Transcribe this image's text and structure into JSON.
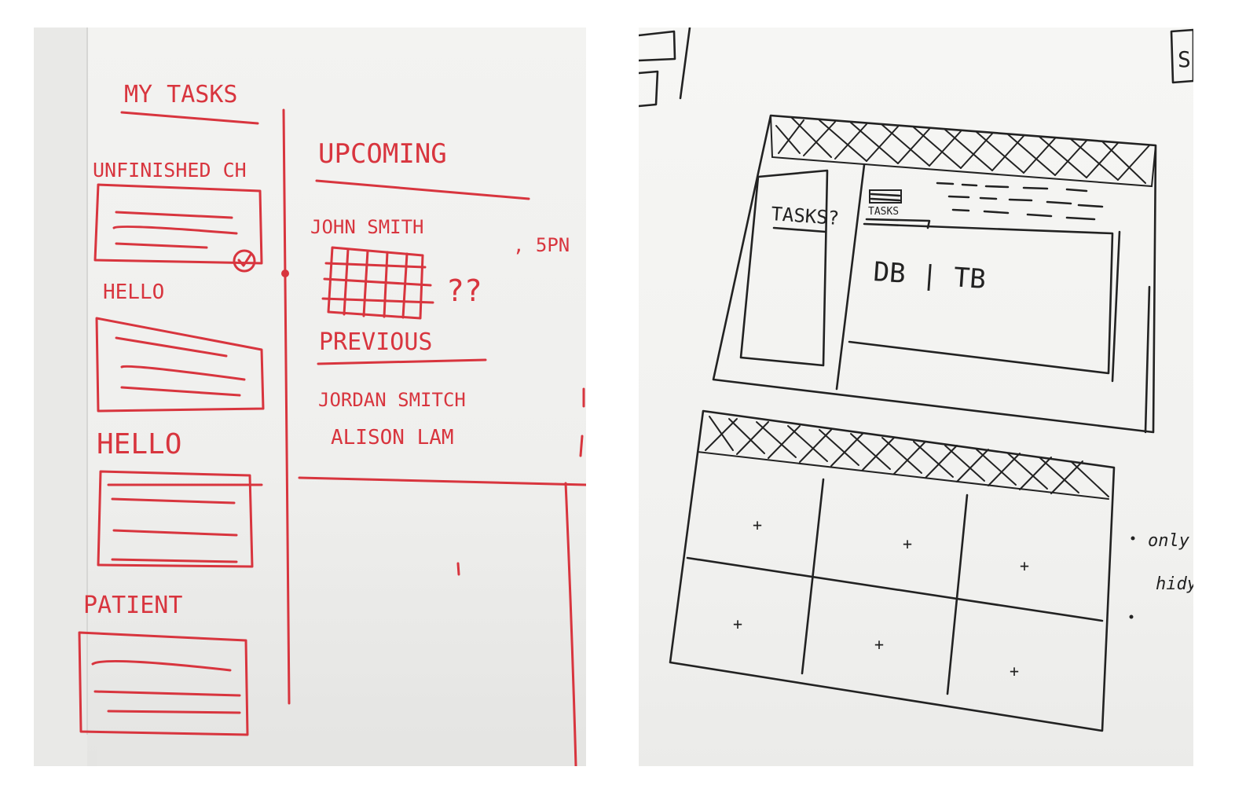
{
  "left_sketch": {
    "title": "MY TASKS",
    "sections": [
      {
        "label": "UNFINISHED CH"
      },
      {
        "label": "HELLO"
      },
      {
        "label": "HELLO"
      },
      {
        "label": "PATIENT"
      }
    ],
    "upcoming": {
      "heading": "UPCOMING",
      "entry": "JOHN SMITH",
      "entry_suffix": ", 5PN",
      "marks": "??"
    },
    "previous": {
      "heading": "PREVIOUS",
      "entries": [
        "JORDAN SMITCH",
        "ALISON LAM"
      ]
    }
  },
  "right_sketch": {
    "corner_letter": "S",
    "top_wireframe": {
      "sidebar_label": "TASKS?",
      "tab_label": "TASKS",
      "content_label": "DB | TB"
    },
    "bottom_wireframe": {
      "plus_marks": [
        "+",
        "+",
        "+",
        "+",
        "+",
        "+"
      ]
    },
    "notes": [
      "only",
      "hidy"
    ]
  }
}
